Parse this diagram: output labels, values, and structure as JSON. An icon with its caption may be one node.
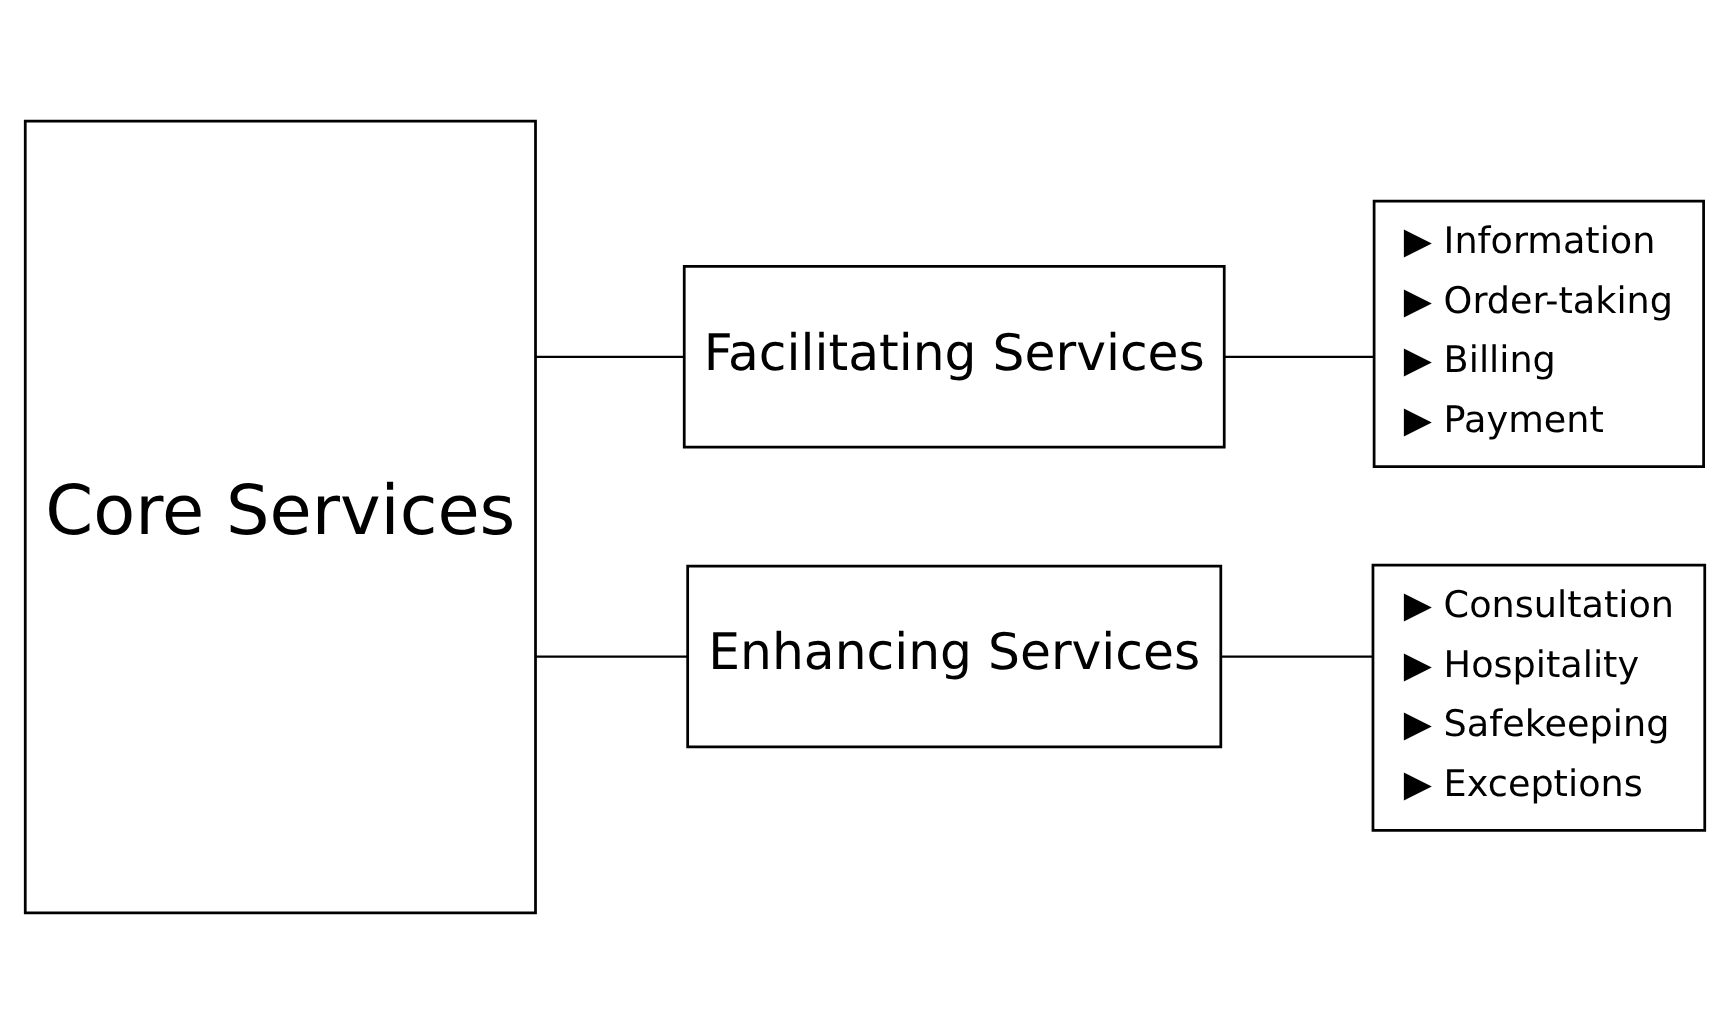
{
  "diagram": {
    "nodes": [
      {
        "text": [
          "Core Services"
        ]
      },
      {
        "text": [
          "Facilitating Services"
        ]
      },
      {
        "text": [
          "Enhancing Services"
        ]
      },
      {
        "text": [
          "▶ Information",
          "▶ Order-taking",
          "▶ Billing",
          "▶ Payment"
        ]
      },
      {
        "text": [
          "▶ Consultation",
          "▶ Hospitality",
          "▶ Safekeeping",
          "▶ Exceptions"
        ]
      }
    ],
    "edges": [
      {
        "from": 0,
        "to": 1,
        "arrow": "none"
      },
      {
        "from": 0,
        "to": 2,
        "arrow": "none"
      },
      {
        "from": 1,
        "to": 3,
        "arrow": "none"
      },
      {
        "from": 2,
        "to": 4,
        "arrow": "none"
      }
    ]
  }
}
